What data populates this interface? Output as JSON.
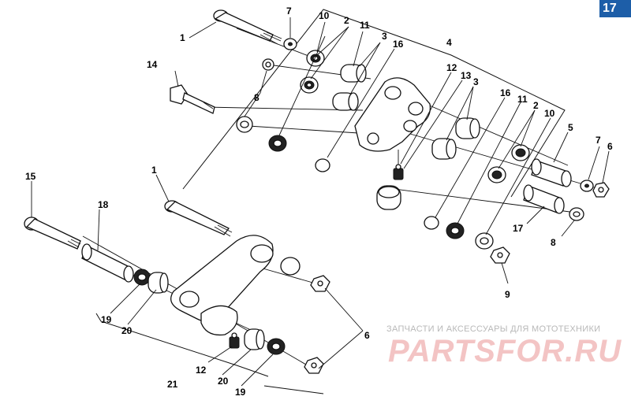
{
  "page_number": "17",
  "callouts": {
    "c1a": "1",
    "c7a": "7",
    "c10a": "10",
    "c2a": "2",
    "c11a": "11",
    "c3a": "3",
    "c16a": "16",
    "c4": "4",
    "c14": "14",
    "c8a": "8",
    "c12a": "12",
    "c13": "13",
    "c3b": "3",
    "c16b": "16",
    "c11b": "11",
    "c2b": "2",
    "c10b": "10",
    "c5": "5",
    "c7b": "7",
    "c6a": "6",
    "c17": "17",
    "c8b": "8",
    "c9": "9",
    "c15": "15",
    "c1b": "1",
    "c18": "18",
    "c19a": "19",
    "c20a": "20",
    "c6b": "6",
    "c12b": "12",
    "c20b": "20",
    "c19b": "19",
    "c21": "21"
  },
  "watermark": {
    "tagline": "ЗАПЧАСТИ И АКСЕССУАРЫ ДЛЯ МОТОТЕХНИКИ",
    "logo": "PARTSFOR.RU"
  }
}
